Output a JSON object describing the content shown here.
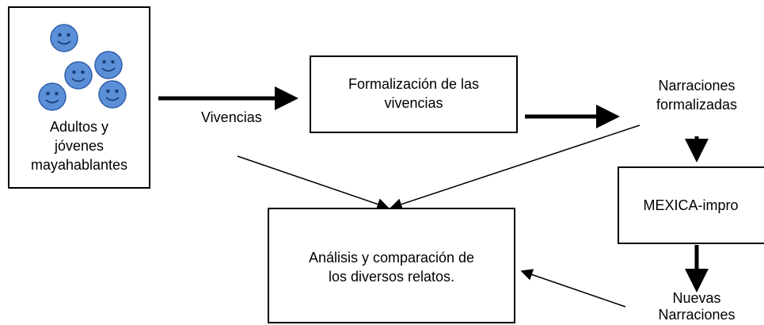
{
  "nodes": {
    "participants": {
      "line1": "Adultos y",
      "line2": "jóvenes",
      "line3": "mayahablantes",
      "icon": "smiley-face-icon",
      "icon_color": "#5b8fd8"
    },
    "formalization": {
      "line1": "Formalización de las",
      "line2": "vivencias"
    },
    "narrations": {
      "line1": "Narraciones",
      "line2": "formalizadas"
    },
    "mexica": {
      "label": "MEXICA-impro"
    },
    "analysis": {
      "line1": "Análisis y comparación de",
      "line2": "los diversos relatos."
    },
    "new_narrations": {
      "line1": "Nuevas",
      "line2": "Narraciones"
    }
  },
  "edges": {
    "experiences": {
      "label": "Vivencias"
    }
  }
}
